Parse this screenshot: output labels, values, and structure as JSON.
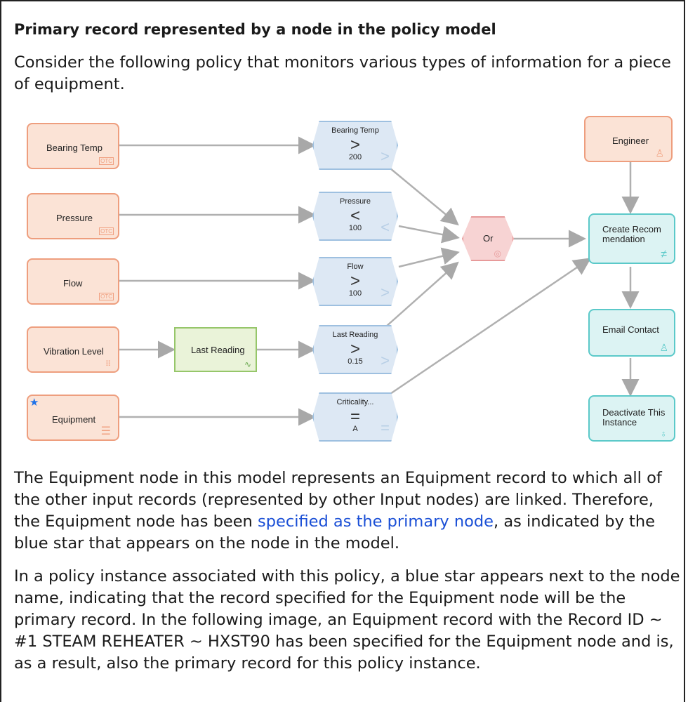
{
  "heading": "Primary record represented by a node in the policy model",
  "intro": "Consider the following policy that monitors various types of information for a piece of equipment.",
  "diagram": {
    "inputs": [
      {
        "label": "Bearing Temp",
        "icon": "otc-icon",
        "icon_text": "OTC"
      },
      {
        "label": "Pressure",
        "icon": "otc-icon",
        "icon_text": "OTC"
      },
      {
        "label": "Flow",
        "icon": "otc-icon",
        "icon_text": "OTC"
      },
      {
        "label": "Vibration Level",
        "icon": "grid-dots-icon"
      },
      {
        "label": "Equipment",
        "icon": "list-icon"
      }
    ],
    "calculation": {
      "label": "Last Reading",
      "icon": "curve-icon"
    },
    "conditions": [
      {
        "label": "Bearing Temp",
        "op": ">",
        "value": "200"
      },
      {
        "label": "Pressure",
        "op": "<",
        "value": "100"
      },
      {
        "label": "Flow",
        "op": ">",
        "value": "100"
      },
      {
        "label": "Last Reading",
        "op": ">",
        "value": "0.15"
      },
      {
        "label": "Criticality...",
        "op": "=",
        "value": "A"
      }
    ],
    "logic": {
      "label": "Or",
      "icon": "overlap-circles-icon"
    },
    "engineer": {
      "label": "Engineer",
      "icon": "person-icon"
    },
    "actions": [
      {
        "label": "Create Recom mendation",
        "icon": "not-equal-icon"
      },
      {
        "label": "Email Contact",
        "icon": "person-mail-icon"
      },
      {
        "label": "Deactivate This Instance",
        "icon": "bulb-icon"
      }
    ],
    "colors": {
      "input": "#fbe3d6",
      "condition": "#dde8f4",
      "calculation": "#eaf3d9",
      "action": "#dcf3f3",
      "or": "#f7d3d3",
      "star": "#1f72e8"
    }
  },
  "para2": {
    "before": "The Equipment node in this model represents an Equipment record to which all of the other input records (represented by other Input nodes) are linked. Therefore, the Equipment node has been ",
    "link": "specified as the primary node",
    "after": ", as indicated by the blue star that appears on the node in the model."
  },
  "para3": "In a policy instance associated with this policy, a blue star appears next to the node name, indicating that the record specified for the Equipment node will be the primary record. In the following image, an Equipment record with the Record ID ~ #1 STEAM REHEATER ~ HXST90 has been specified for the Equipment node and is, as a result, also the primary record for this policy instance."
}
